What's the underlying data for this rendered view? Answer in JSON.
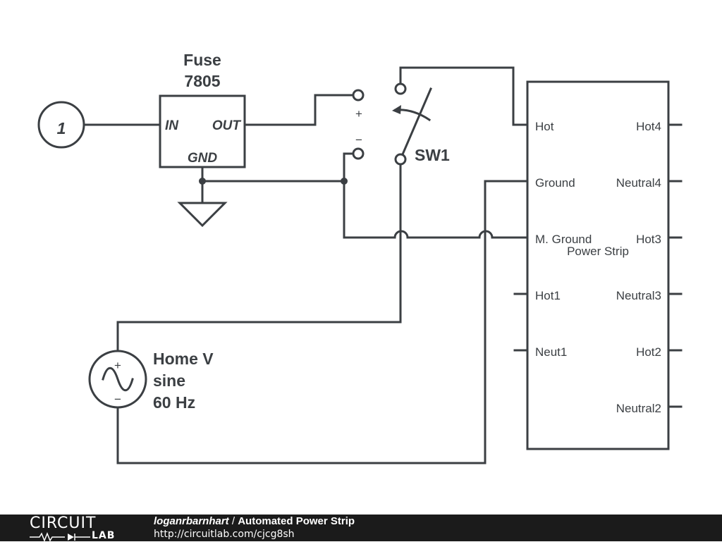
{
  "schematic": {
    "node_label": "1",
    "regulator": {
      "name": "Fuse",
      "part": "7805",
      "pin_in": "IN",
      "pin_out": "OUT",
      "pin_gnd": "GND"
    },
    "switch": {
      "name": "SW1",
      "plus": "+",
      "minus": "−"
    },
    "source": {
      "name": "Home V",
      "type": "sine",
      "freq": "60 Hz",
      "plus": "+",
      "minus": "−"
    },
    "power_strip": {
      "name": "Power Strip",
      "left_pins": [
        "Hot",
        "Ground",
        "M. Ground",
        "Hot1",
        "Neut1"
      ],
      "right_pins": [
        "Hot4",
        "Neutral4",
        "Hot3",
        "Neutral3",
        "Hot2",
        "Neutral2"
      ]
    }
  },
  "footer": {
    "logo_top": "CIRCUIT",
    "logo_bottom": "LAB",
    "author": "loganrbarnhart",
    "separator": " / ",
    "title": "Automated Power Strip",
    "url": "http://circuitlab.com/cjcg8sh"
  }
}
